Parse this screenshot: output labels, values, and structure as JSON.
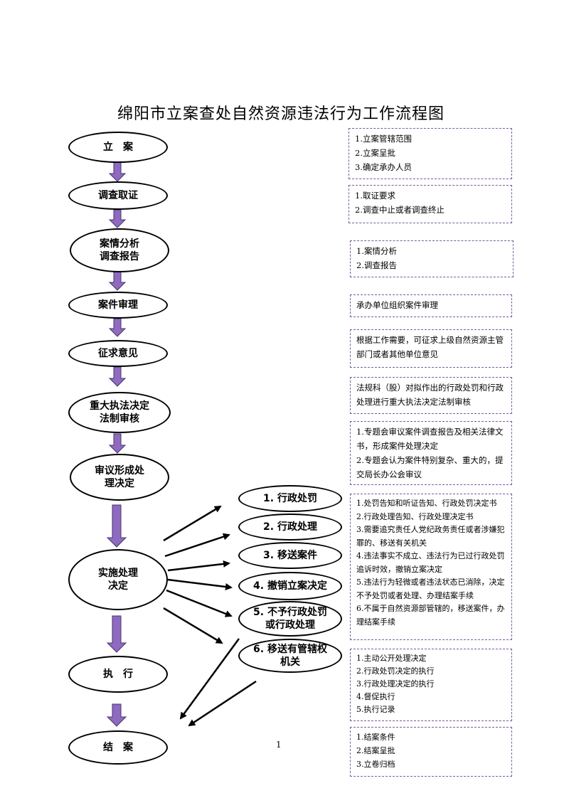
{
  "title": "绵阳市立案查处自然资源违法行为工作流程图",
  "steps": [
    {
      "label": "立　案"
    },
    {
      "label": "调查取证"
    },
    {
      "label": "案情分析\n调查报告"
    },
    {
      "label": "案件审理"
    },
    {
      "label": "征求意见"
    },
    {
      "label": "重大执法决定\n法制审核"
    },
    {
      "label": "审议形成处\n理决定"
    },
    {
      "label": "实施处理\n决定"
    },
    {
      "label": "执　行"
    },
    {
      "label": "结　案"
    }
  ],
  "branches": [
    {
      "label": "1. 行政处罚"
    },
    {
      "label": "2. 行政处理"
    },
    {
      "label": "3. 移送案件"
    },
    {
      "label": "4. 撤销立案决定"
    },
    {
      "label": "5. 不予行政处罚\n或行政处理"
    },
    {
      "label": "6. 移送有管辖权\n机关"
    }
  ],
  "notes": [
    {
      "lines": [
        "1.立案管辖范围",
        "2.立案呈批",
        "3.确定承办人员"
      ]
    },
    {
      "lines": [
        "1.取证要求",
        "2.调查中止或者调查终止"
      ]
    },
    {
      "lines": [
        "1.案情分析",
        "2.调查报告"
      ]
    },
    {
      "lines": [
        "承办单位组织案件审理"
      ]
    },
    {
      "lines": [
        "根据工作需要，可征求上级自然资源主管部门或者其他单位意见"
      ]
    },
    {
      "lines": [
        "法规科（股）对拟作出的行政处罚和行政处理进行重大执法决定法制审核"
      ]
    },
    {
      "lines": [
        "1.专题会审议案件调查报告及相关法律文书，形成案件处理决定",
        "2.专题会认为案件特别复杂、重大的，提交局长办公会审议"
      ]
    },
    {
      "lines": [
        "1.处罚告知和听证告知、行政处罚决定书",
        "2.行政处理告知、行政处理决定书",
        "3.需要追究责任人党纪政务责任或者涉嫌犯罪的、移送有关机关",
        "4.违法事实不成立、违法行为已过行政处罚追诉时效，撤销立案决定",
        "5.违法行为轻微或者违法状态已消除，决定不予处罚或者处理、办理结案手续",
        "6.不属于自然资源部管辖的，移送案件，办理结案手续"
      ]
    },
    {
      "lines": [
        "1.主动公开处理决定",
        "2.行政处罚决定的执行",
        "3.行政处理决定的执行",
        "4.督促执行",
        "5.执行记录"
      ]
    },
    {
      "lines": [
        "1.结案条件",
        "2.结案呈批",
        "3.立卷归档"
      ]
    }
  ],
  "page_number": "1",
  "colors": {
    "arrow_fill": "#8e6bbf",
    "arrow_stroke": "#4a3370",
    "note_border": "#7a5aa0"
  }
}
